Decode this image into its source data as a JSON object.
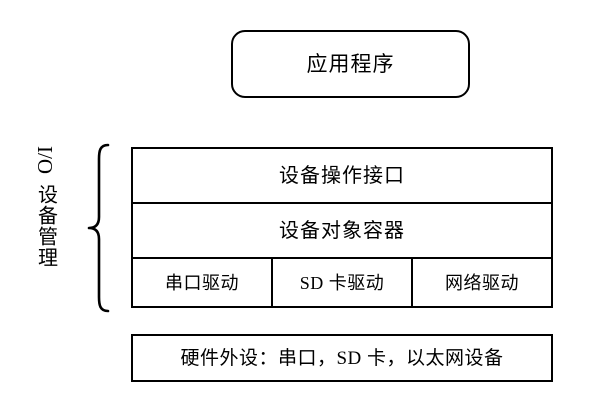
{
  "diagram": {
    "type": "block-diagram",
    "background_color": "#ffffff",
    "stroke_color": "#000000",
    "application": {
      "label": "应用程序"
    },
    "side_label": {
      "io": "I/O",
      "chinese": "设备管理",
      "brace_icon": "curly-brace-icon"
    },
    "layers": [
      {
        "label": "设备操作接口"
      },
      {
        "label": "设备对象容器"
      }
    ],
    "drivers": [
      {
        "label": "串口驱动"
      },
      {
        "label": "SD 卡驱动"
      },
      {
        "label": "网络驱动"
      }
    ],
    "hardware": {
      "label": "硬件外设：串口，SD 卡，以太网设备"
    }
  }
}
